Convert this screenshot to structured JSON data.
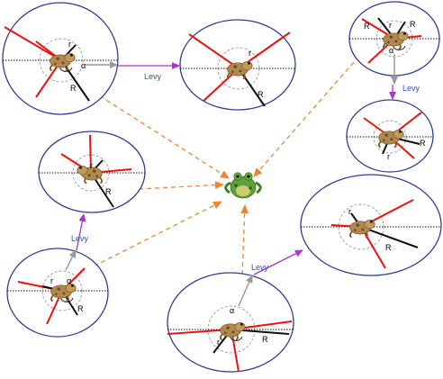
{
  "labels": {
    "levy": "Levy",
    "r": "r",
    "R": "R",
    "alpha": "α"
  },
  "colors": {
    "ellipse_stroke": "#2f3f8f",
    "inner_circle": "#9a9a9a",
    "dotted_line": "#111111",
    "red_lines": "#ee1111",
    "black_lines": "#111111",
    "gray_arrow": "#999999",
    "levy_arrow": "#b030d0",
    "levy_text": "#2a55b0",
    "orange_dash": "#ee8533",
    "toad_body": "#b0894e",
    "toad_spots": "#6a4a26",
    "frog_body": "#5ea13a",
    "frog_spots": "#e3d27a"
  },
  "icons": {
    "toad": "toad-icon",
    "frog": "frog-icon"
  }
}
